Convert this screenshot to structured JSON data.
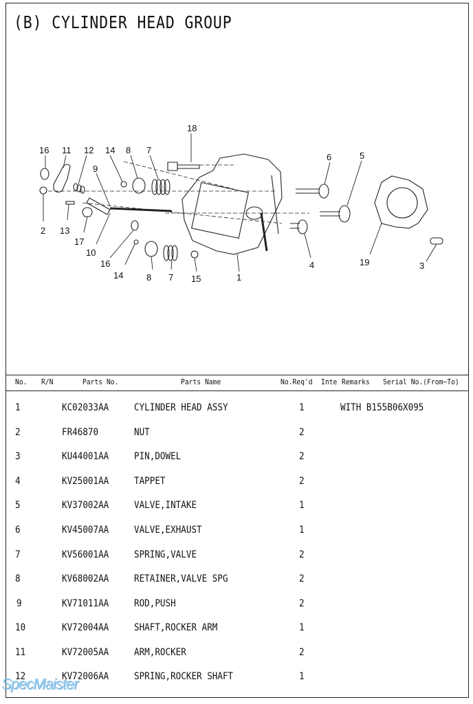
{
  "page": {
    "title": "(B) CYLINDER HEAD GROUP"
  },
  "diagram": {
    "callouts": [
      "18",
      "16",
      "11",
      "12",
      "14",
      "8",
      "7",
      "9",
      "6",
      "5",
      "2",
      "13",
      "17",
      "10",
      "16",
      "14",
      "8",
      "7",
      "15",
      "1",
      "4",
      "19",
      "3"
    ]
  },
  "table": {
    "headers": {
      "no": "No.",
      "rn": "R/N",
      "parts_no": "Parts No.",
      "parts_name": "Parts Name",
      "no_reqd": "No.Req'd",
      "inte": "Inte",
      "remarks": "Remarks",
      "serial": "Serial No.(From~To)"
    },
    "rows": [
      {
        "no": "1",
        "parts_no": "KC02033AA",
        "name": "CYLINDER HEAD ASSY",
        "qty": "1",
        "remarks": "WITH B155B06X095"
      },
      {
        "no": "2",
        "parts_no": "FR46870",
        "name": "NUT",
        "qty": "2",
        "remarks": ""
      },
      {
        "no": "3",
        "parts_no": "KU44001AA",
        "name": "PIN,DOWEL",
        "qty": "2",
        "remarks": ""
      },
      {
        "no": "4",
        "parts_no": "KV25001AA",
        "name": "TAPPET",
        "qty": "2",
        "remarks": ""
      },
      {
        "no": "5",
        "parts_no": "KV37002AA",
        "name": "VALVE,INTAKE",
        "qty": "1",
        "remarks": ""
      },
      {
        "no": "6",
        "parts_no": "KV45007AA",
        "name": "VALVE,EXHAUST",
        "qty": "1",
        "remarks": ""
      },
      {
        "no": "7",
        "parts_no": "KV56001AA",
        "name": "SPRING,VALVE",
        "qty": "2",
        "remarks": ""
      },
      {
        "no": "8",
        "parts_no": "KV68002AA",
        "name": "RETAINER,VALVE SPG",
        "qty": "2",
        "remarks": ""
      },
      {
        "no": "9",
        "parts_no": "KV71011AA",
        "name": "ROD,PUSH",
        "qty": "2",
        "remarks": ""
      },
      {
        "no": "10",
        "parts_no": "KV72004AA",
        "name": "SHAFT,ROCKER ARM",
        "qty": "1",
        "remarks": ""
      },
      {
        "no": "11",
        "parts_no": "KV72005AA",
        "name": "ARM,ROCKER",
        "qty": "2",
        "remarks": ""
      },
      {
        "no": "12",
        "parts_no": "KV72006AA",
        "name": "SPRING,ROCKER SHAFT",
        "qty": "1",
        "remarks": ""
      }
    ]
  },
  "watermark": {
    "text": "SpecMaister"
  }
}
